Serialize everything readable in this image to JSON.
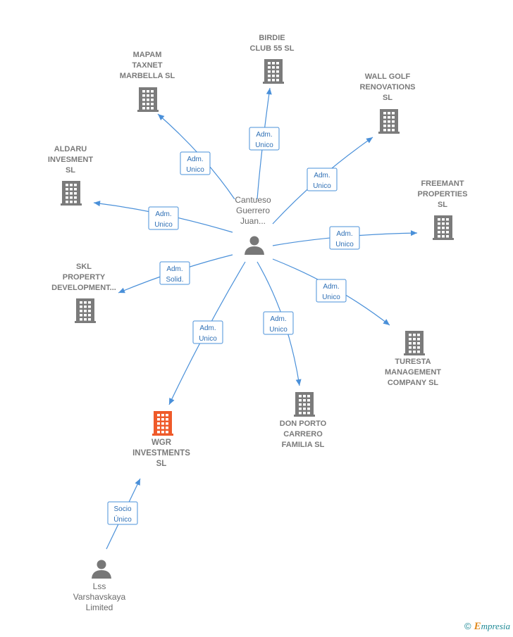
{
  "persons": [
    {
      "id": "cantueso",
      "label_lines": [
        "Cantueso",
        "Guerrero",
        "Juan..."
      ]
    },
    {
      "id": "lss",
      "label_lines": [
        "Lss",
        "Varshavskaya",
        "Limited"
      ]
    }
  ],
  "companies": [
    {
      "id": "birdie",
      "label_lines": [
        "BIRDIE",
        "CLUB 55 SL"
      ],
      "main": false
    },
    {
      "id": "mapam",
      "label_lines": [
        "MAPAM",
        "TAXNET",
        "MARBELLA  SL"
      ],
      "main": false
    },
    {
      "id": "wallgolf",
      "label_lines": [
        "WALL GOLF",
        "RENOVATIONS",
        "SL"
      ],
      "main": false
    },
    {
      "id": "aldaru",
      "label_lines": [
        "ALDARU",
        "INVESMENT",
        "SL"
      ],
      "main": false
    },
    {
      "id": "freemant",
      "label_lines": [
        "FREEMANT",
        "PROPERTIES",
        "SL"
      ],
      "main": false
    },
    {
      "id": "skl",
      "label_lines": [
        "SKL",
        "PROPERTY",
        "DEVELOPMENT..."
      ],
      "main": false
    },
    {
      "id": "turesta",
      "label_lines": [
        "TURESTA",
        "MANAGEMENT",
        "COMPANY  SL"
      ],
      "main": false
    },
    {
      "id": "donporto",
      "label_lines": [
        "DON PORTO",
        "CARRERO",
        "FAMILIA  SL"
      ],
      "main": false
    },
    {
      "id": "wgr",
      "label_lines": [
        "WGR",
        "INVESTMENTS",
        "SL"
      ],
      "main": true
    }
  ],
  "edges": [
    {
      "from": "cantueso",
      "to": "birdie",
      "label_lines": [
        "Adm.",
        "Unico"
      ]
    },
    {
      "from": "cantueso",
      "to": "mapam",
      "label_lines": [
        "Adm.",
        "Unico"
      ]
    },
    {
      "from": "cantueso",
      "to": "wallgolf",
      "label_lines": [
        "Adm.",
        "Unico"
      ]
    },
    {
      "from": "cantueso",
      "to": "aldaru",
      "label_lines": [
        "Adm.",
        "Unico"
      ]
    },
    {
      "from": "cantueso",
      "to": "freemant",
      "label_lines": [
        "Adm.",
        "Unico"
      ]
    },
    {
      "from": "cantueso",
      "to": "skl",
      "label_lines": [
        "Adm.",
        "Solid."
      ]
    },
    {
      "from": "cantueso",
      "to": "turesta",
      "label_lines": [
        "Adm.",
        "Unico"
      ]
    },
    {
      "from": "cantueso",
      "to": "donporto",
      "label_lines": [
        "Adm.",
        "Unico"
      ]
    },
    {
      "from": "cantueso",
      "to": "wgr",
      "label_lines": [
        "Adm.",
        "Unico"
      ]
    },
    {
      "from": "lss",
      "to": "wgr",
      "label_lines": [
        "Socio",
        "Único"
      ]
    }
  ],
  "colors": {
    "edge": "#4a90d9",
    "company": "#7b7b7b",
    "main_company": "#ef5a2a",
    "person": "#777777"
  },
  "branding": {
    "copyright": "©",
    "brand_initial": "E",
    "brand_rest": "mpresia"
  }
}
